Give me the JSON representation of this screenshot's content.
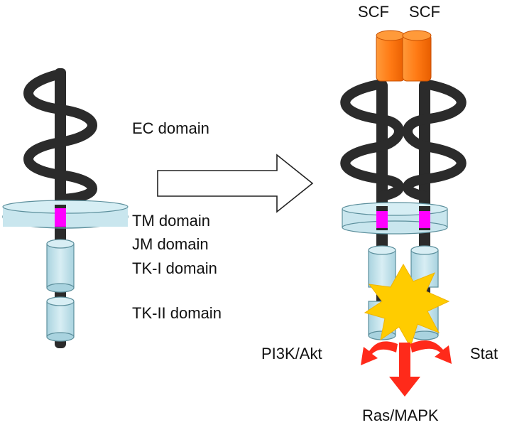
{
  "labels": {
    "ec_domain": "EC domain",
    "tm_domain": "TM domain",
    "jm_domain": "JM domain",
    "tk1_domain": "TK-I domain",
    "tk2_domain": "TK-II domain",
    "scf_left": "SCF",
    "scf_right": "SCF",
    "pi3k_akt": "PI3K/Akt",
    "stat": "Stat",
    "ras_mapk": "Ras/MAPK"
  },
  "colors": {
    "receptor_chain": "#2b2b2b",
    "membrane": "#c9e6ee",
    "tm_segment": "#ff00ff",
    "kinase_domain": "#c4e4ec",
    "ligand_scf": "#ff7a14",
    "activation_burst": "#ffcc00",
    "signal_arrows": "#ff2a1a"
  },
  "icons": {
    "transition_arrow": "hollow-right-arrow-icon",
    "activation": "starburst-icon"
  }
}
